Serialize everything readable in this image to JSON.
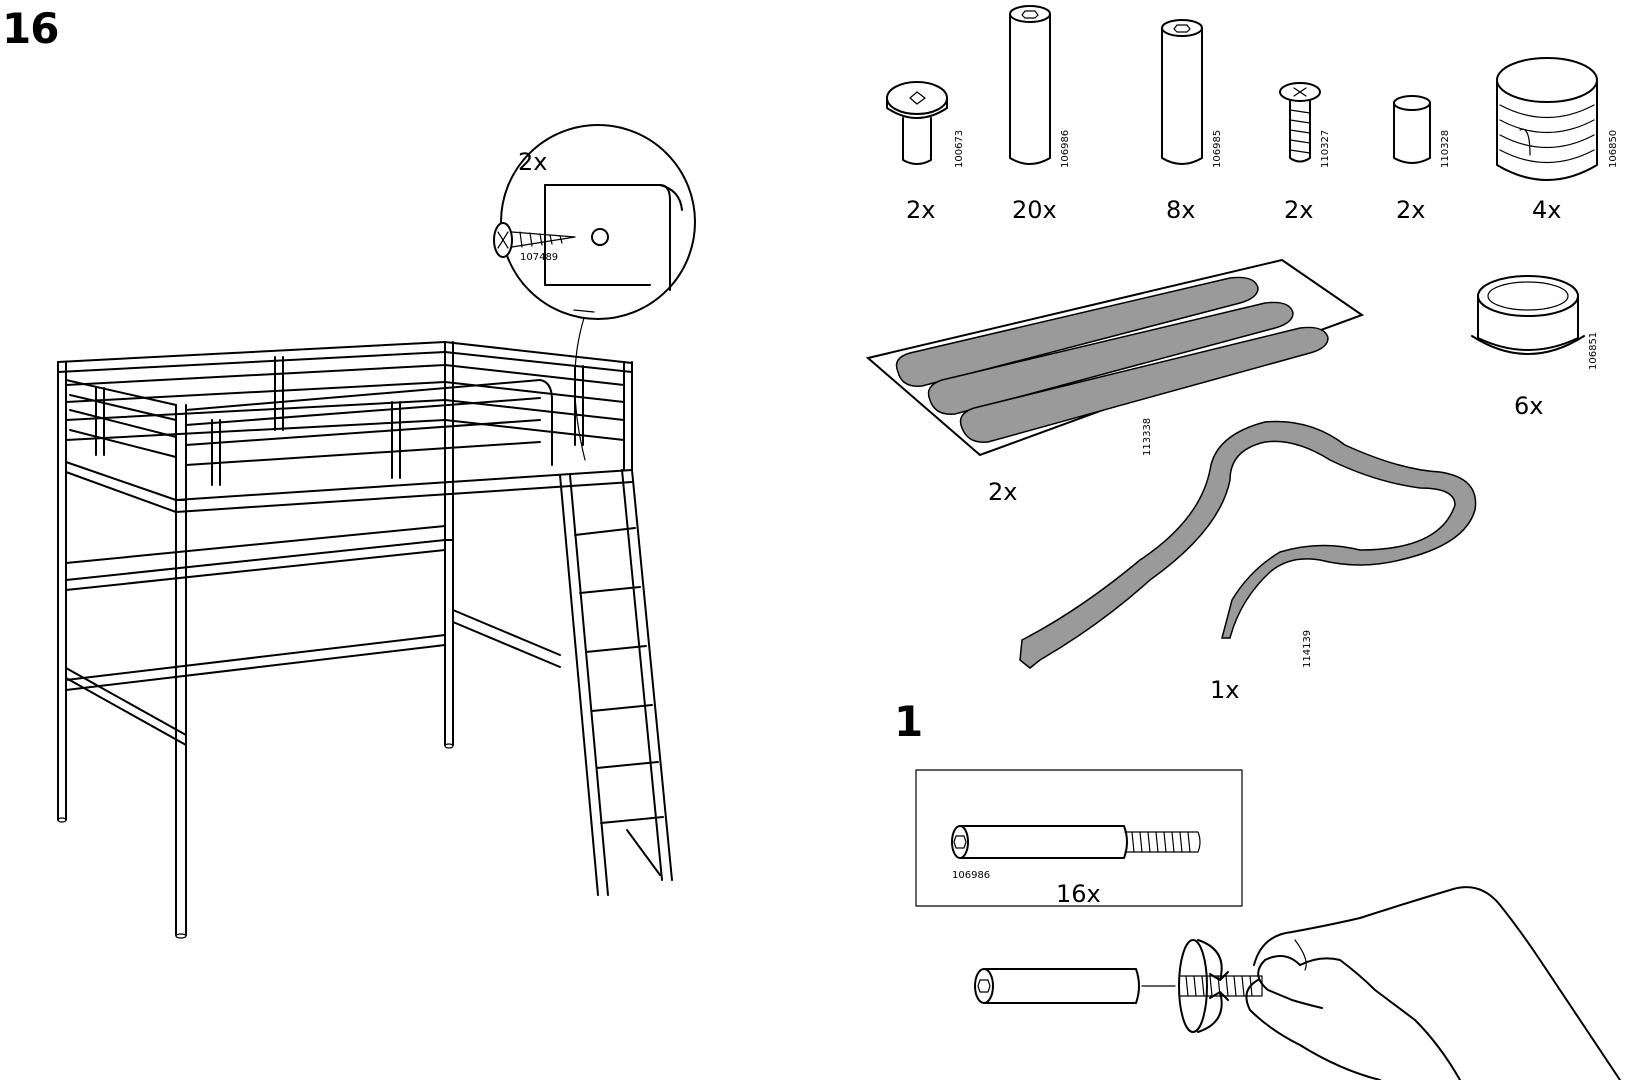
{
  "page": {
    "step_number": "16",
    "sub_step_number": "1"
  },
  "callout": {
    "quantity": "2x",
    "part_number": "107489"
  },
  "parts": [
    {
      "id": "100673",
      "quantity": "2x",
      "icon": "allen-bolt-icon"
    },
    {
      "id": "106986",
      "quantity": "20x",
      "icon": "long-dowel-icon"
    },
    {
      "id": "106985",
      "quantity": "8x",
      "icon": "dowel-icon"
    },
    {
      "id": "110327",
      "quantity": "2x",
      "icon": "screw-icon"
    },
    {
      "id": "110328",
      "quantity": "2x",
      "icon": "sleeve-icon"
    },
    {
      "id": "106850",
      "quantity": "4x",
      "icon": "end-cap-icon"
    },
    {
      "id": "106851",
      "quantity": "6x",
      "icon": "ring-cap-icon"
    },
    {
      "id": "113338",
      "quantity": "2x",
      "icon": "adhesive-strip-sheet-icon"
    },
    {
      "id": "114139",
      "quantity": "1x",
      "icon": "ribbon-strap-icon"
    }
  ],
  "step1": {
    "box_part_number": "106986",
    "box_quantity": "16x"
  }
}
